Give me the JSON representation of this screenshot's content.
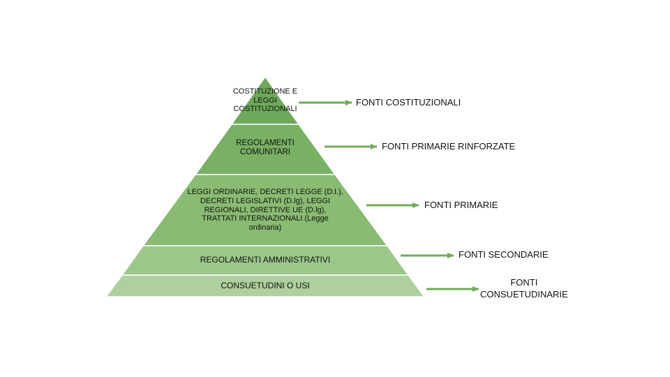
{
  "colors": {
    "tier1": "#6ea85a",
    "tier2": "#78b064",
    "tier3": "#89bb72",
    "tier4": "#9cc78a",
    "tier5": "#aecf9e",
    "arrow": "#72ab59",
    "tier_border": "#ffffff"
  },
  "pyramid": {
    "tiers": [
      {
        "text": "COSTITUZIONE E\nLEGGI\nCOSTITUZIONALI",
        "category": "FONTI COSTITUZIONALI"
      },
      {
        "text": "REGOLAMENTI\nCOMUNITARI",
        "category": "FONTI PRIMARIE RINFORZATE"
      },
      {
        "text": "LEGGI ORDINARIE, DECRETI LEGGE (D.l.),\nDECRETI LEGISLATIVI (D.lg), LEGGI\nREGIONALI, DIRETTIVE UE (D.lg),\nTRATTATI INTERNAZIONALI (Legge\nordinaria)",
        "category": "FONTI PRIMARIE"
      },
      {
        "text": "REGOLAMENTI AMMINISTRATIVI",
        "category": "FONTI SECONDARIE"
      },
      {
        "text": "CONSUETUDINI O USI",
        "category": "FONTI\nCONSUETUDINARIE"
      }
    ]
  }
}
